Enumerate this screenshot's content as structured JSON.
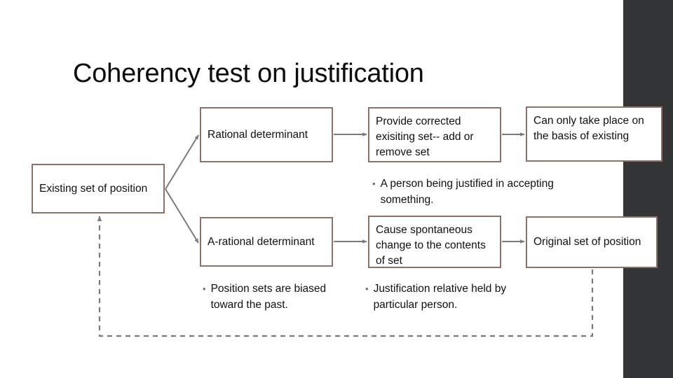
{
  "slide": {
    "title": "Coherency test on justification",
    "background_color": "#ffffff",
    "band_color": "#343537",
    "box_border_color": "#8a7268",
    "connector_color": "#7a7a7a",
    "text_color": "#101010"
  },
  "nodes": {
    "existing_set": "Existing set of position",
    "rational_determinant": "Rational determinant",
    "provide_corrected": "Provide corrected exisiting set-- add or remove set",
    "can_only_take_place": "Can only take place on the basis of existing",
    "arational_determinant": "A-rational determinant",
    "cause_spontaneous": "Cause spontaneous change to the contents of set",
    "original_set": "Original set of position"
  },
  "bullets": {
    "marker": "•",
    "person_being_justified": "A person being justified in accepting something.",
    "position_sets_biased": "Position sets are biased toward the past.",
    "justification_relative": "Justification relative held by particular person."
  }
}
